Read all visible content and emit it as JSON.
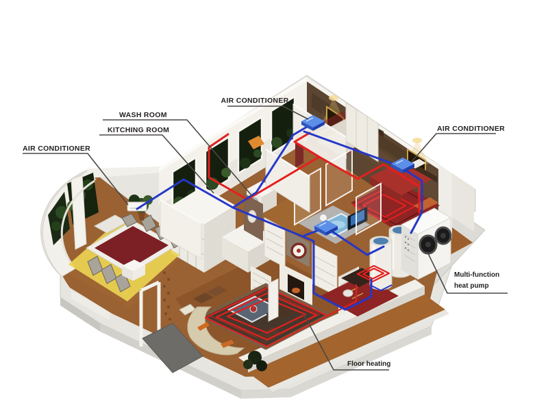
{
  "diagram": {
    "type": "isometric-house-hvac-cutaway",
    "labels": {
      "air_conditioner_top": "AIR CONDITIONER",
      "air_conditioner_left": "AIR CONDITIONER",
      "air_conditioner_right": "AIR CONDITIONER",
      "wash_room": "WASH ROOM",
      "kitching_room": "KITCHING ROOM",
      "heat_pump_line1": "Multi-function",
      "heat_pump_line2": "heat pump",
      "floor_heating": "Floor heating"
    },
    "colors": {
      "pipe_red": "#e3201f",
      "pipe_blue": "#2537c8",
      "wood_floor": "#9a6132",
      "wall_white": "#f2f0ea",
      "feature_wall_brown": "#5c4631",
      "carpet_red": "#8e2423",
      "rug_yellow": "#ecd252",
      "label_text": "#221e1f",
      "leader_line": "#4a4846"
    },
    "equipment": {
      "ceiling_cassette_count": 3,
      "wall_ac_unit_count": 1,
      "water_tank_count": 2,
      "heat_pump_count": 1,
      "floor_heating_coil_zones": 4
    }
  }
}
